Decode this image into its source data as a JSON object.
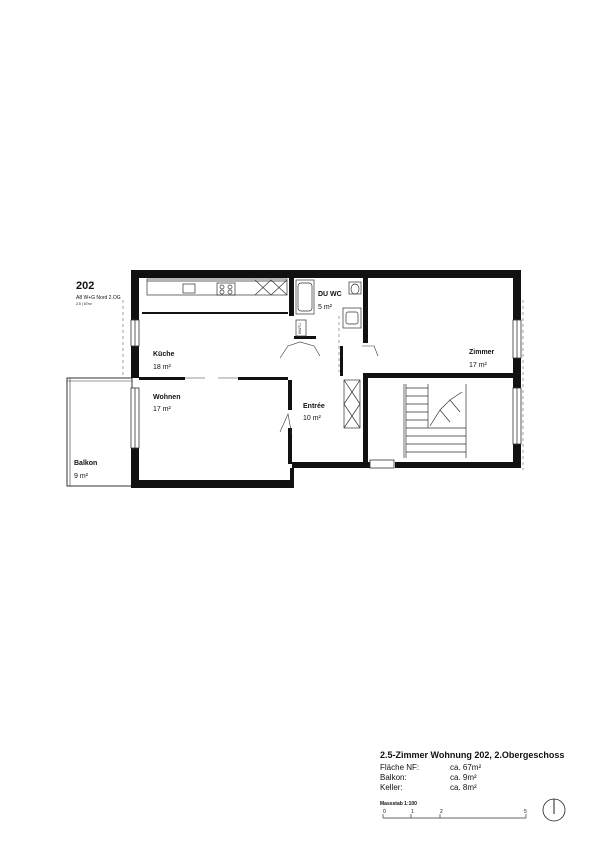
{
  "unit": {
    "number": "202",
    "address": "A8 W+G Nord 2.OG",
    "sub": "2.5 | 67m²"
  },
  "rooms": {
    "kueche": {
      "name": "Küche",
      "area": "18 m²"
    },
    "wohnen": {
      "name": "Wohnen",
      "area": "17 m²"
    },
    "duwc": {
      "name": "DU WC",
      "area": "5 m²"
    },
    "zimmer": {
      "name": "Zimmer",
      "area": "17 m²"
    },
    "entree": {
      "name": "Entrée",
      "area": "10 m²"
    },
    "balkon": {
      "name": "Balkon",
      "area": "9 m²"
    }
  },
  "fixtures": {
    "washer": "WM/TU"
  },
  "legend": {
    "title": "2.5-Zimmer Wohnung 202, 2.Obergeschoss",
    "rows": [
      {
        "key": "Fläche NF:",
        "value": "ca. 67m²"
      },
      {
        "key": "Balkon:",
        "value": "ca. 9m²"
      },
      {
        "key": "Keller:",
        "value": "ca. 8m²"
      }
    ],
    "scale_title": "Massstab 1:100",
    "scale_ticks": [
      "0",
      "1",
      "2",
      "5"
    ]
  },
  "colors": {
    "wall": "#111111",
    "line": "#333333",
    "paper": "#ffffff"
  }
}
